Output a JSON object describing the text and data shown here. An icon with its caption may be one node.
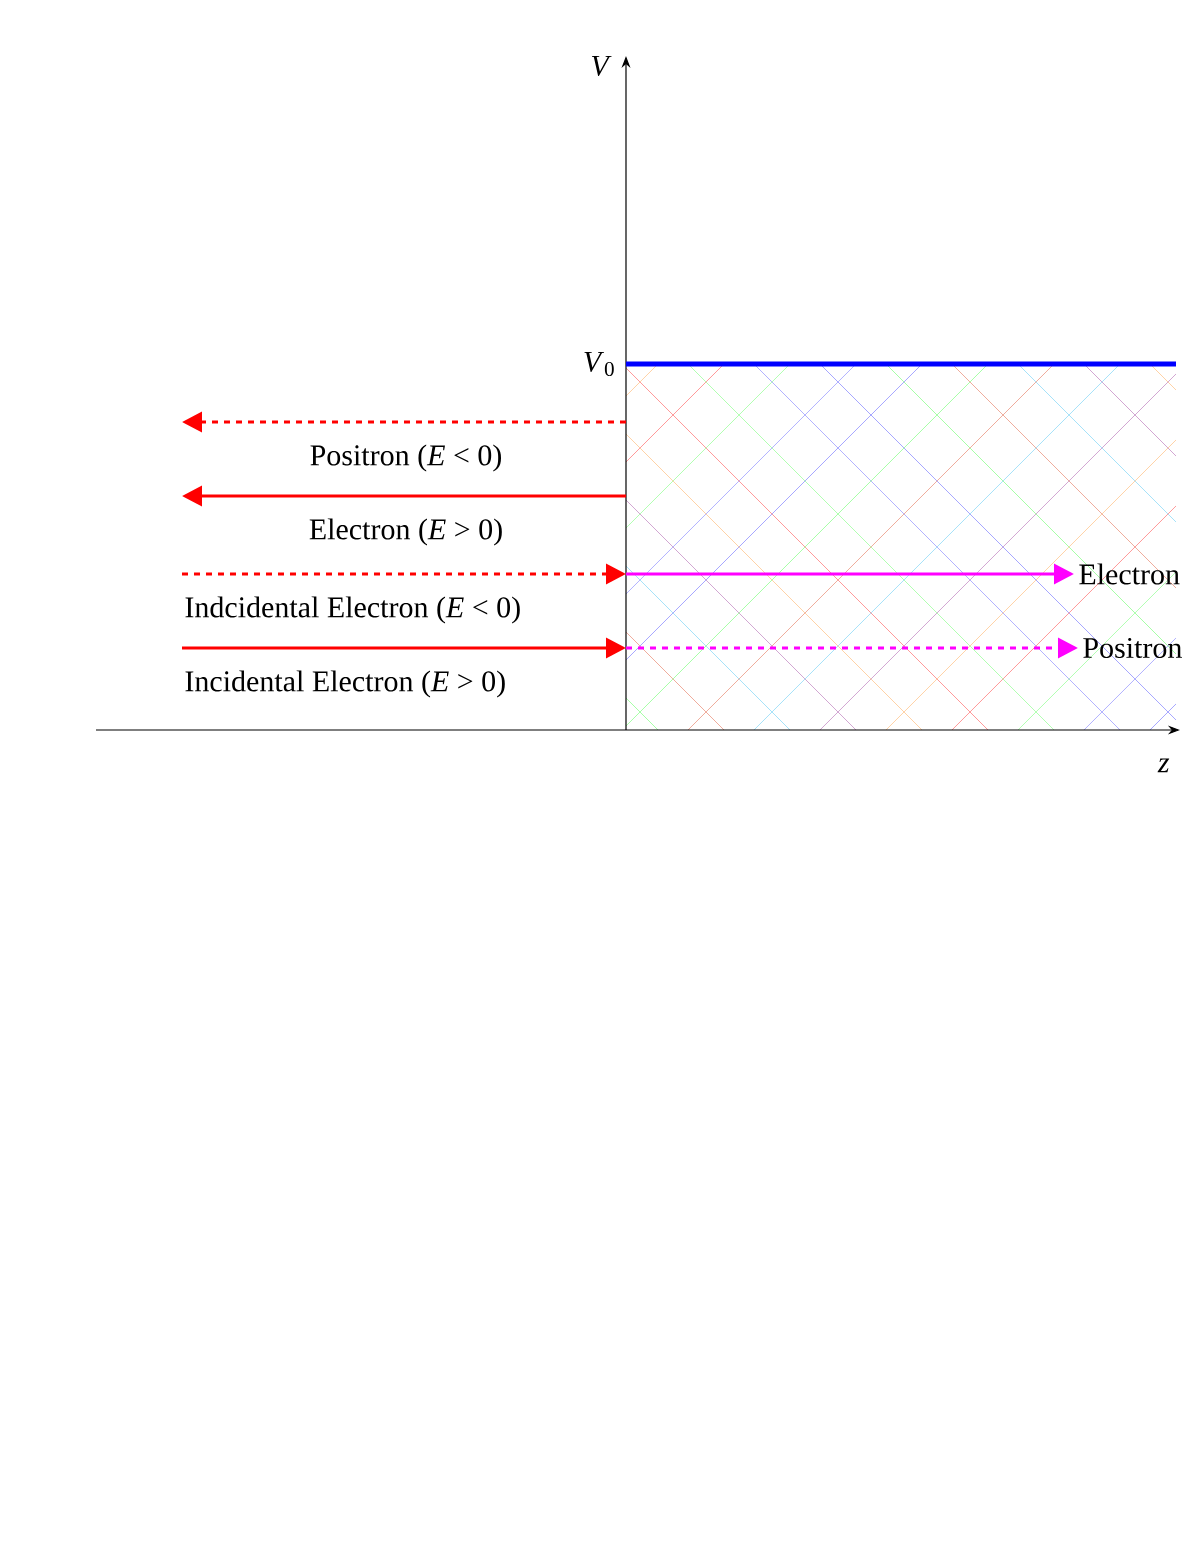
{
  "diagram": {
    "nodes": [
      {
        "text": [
          "Electron"
        ]
      },
      {
        "text": [
          "Positron"
        ]
      }
    ],
    "edges": [
      {
        "from": null,
        "to": 0,
        "arrow": "to"
      },
      {
        "from": null,
        "to": 1,
        "arrow": "to",
        "style": "dashed"
      }
    ],
    "labels": [
      "*V*",
      "*V*$_{0}$",
      "*z*",
      "Positron (*E* < 0)",
      "Electron (*E* > 0)",
      "Indcidental Electron (*E* < 0)",
      "Incidental Electron (*E* > 0)"
    ]
  }
}
